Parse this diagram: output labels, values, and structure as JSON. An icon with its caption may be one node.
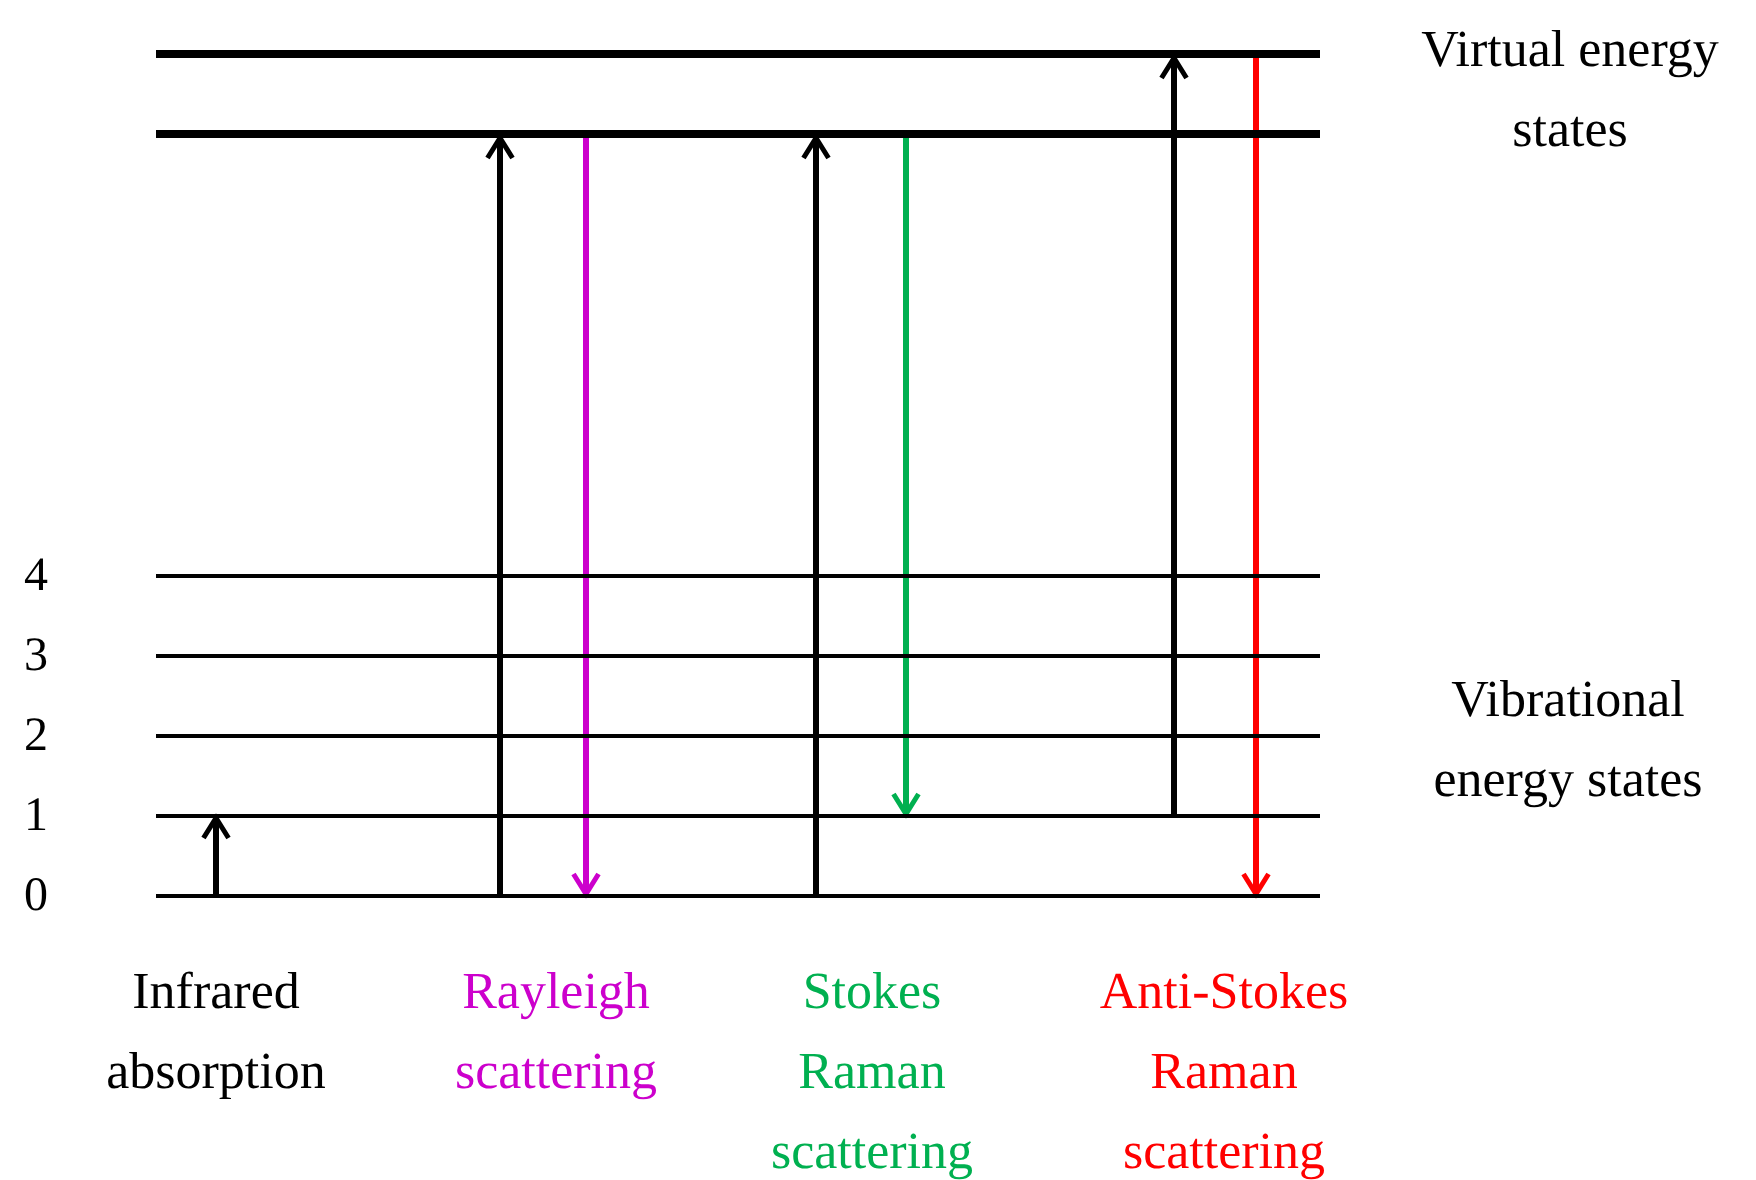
{
  "diagram": {
    "nodes": [
      {
        "text": [],
        "shape": "bar"
      },
      {
        "text": [],
        "shape": "bar"
      },
      {
        "text": [],
        "shape": "bar",
        "beside": [
          "4"
        ]
      },
      {
        "text": [],
        "shape": "bar",
        "beside": [
          "3"
        ]
      },
      {
        "text": [],
        "shape": "bar",
        "beside": [
          "2"
        ]
      },
      {
        "text": [],
        "shape": "bar",
        "beside": [
          "1"
        ]
      },
      {
        "text": [],
        "shape": "bar",
        "beside": [
          "0"
        ]
      }
    ],
    "edges": [
      {
        "from": 6,
        "to": 5,
        "arrow": "to"
      },
      {
        "from": 6,
        "to": 1,
        "arrow": "to"
      },
      {
        "from": 1,
        "to": 6,
        "arrow": "to",
        "color": "#cc00cc"
      },
      {
        "from": 6,
        "to": 1,
        "arrow": "to"
      },
      {
        "from": 1,
        "to": 5,
        "arrow": "to",
        "color": "#00b050"
      },
      {
        "from": 5,
        "to": 0,
        "arrow": "to"
      },
      {
        "from": 0,
        "to": 6,
        "arrow": "to",
        "color": "#ff0000"
      }
    ],
    "labels": [
      "Virtual energy states",
      "Vibrational energy states",
      "Infrared absorption",
      "Rayleigh scattering",
      "Stokes Raman scattering",
      "Anti-Stokes Raman scattering"
    ]
  }
}
